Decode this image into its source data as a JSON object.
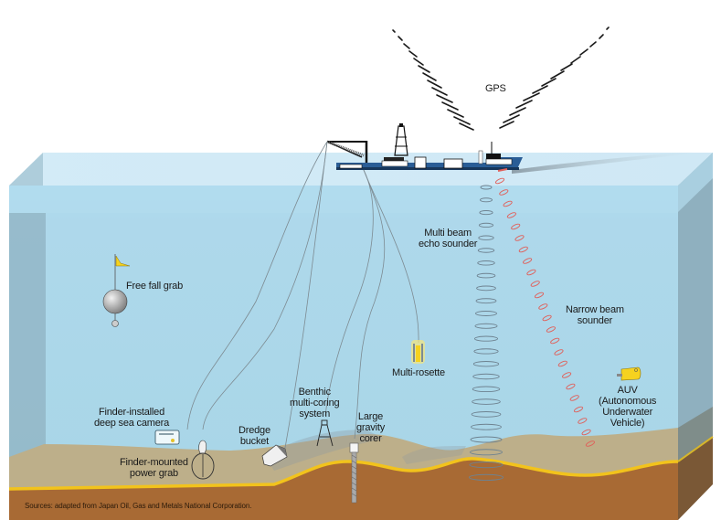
{
  "diagram": {
    "title_hidden": "Deep sea survey methods",
    "colors": {
      "sky": "#ffffff",
      "water_surface": "#d6edf8",
      "water_front": "#acd9ea",
      "water_side": "#8fb2c2",
      "sediment": "#bdaf8a",
      "sediment_line": "#f2c31c",
      "subsoil": "#a86a34",
      "subsoil_side": "#7a5836",
      "ship_hull": "#2a5d96",
      "multibeam": "#6e8290",
      "narrowbeam": "#e0605a",
      "yellow": "#f5d21f"
    },
    "labels": {
      "gps": "GPS",
      "free_fall_grab": "Free fall grab",
      "multi_beam": [
        "Multi beam",
        "echo sounder"
      ],
      "narrow_beam": [
        "Narrow beam",
        "sounder"
      ],
      "multi_rosette": "Multi-rosette",
      "auv": [
        "AUV",
        "(Autonomous",
        "Underwater",
        "Vehicle)"
      ],
      "camera": [
        "Finder-installed",
        "deep sea camera"
      ],
      "dredge": [
        "Dredge",
        "bucket"
      ],
      "benthic": [
        "Benthic",
        "multi-coring",
        "system"
      ],
      "gravity_corer": [
        "Large",
        "gravity",
        "corer"
      ],
      "power_grab": [
        "Finder-mounted",
        "power grab"
      ],
      "source": "Sources: adapted from Japan Oil, Gas and Metals National Corporation."
    }
  }
}
